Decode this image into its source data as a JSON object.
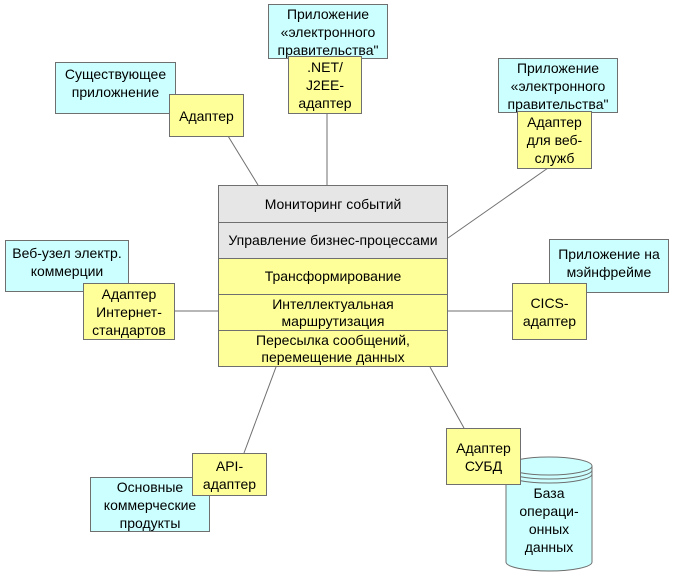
{
  "diagram": {
    "core": {
      "layers": [
        {
          "label": "Мониторинг событий",
          "color": "#e6e6e6"
        },
        {
          "label": "Управление бизнес-процессами",
          "color": "#e6e6e6"
        },
        {
          "label": "Трансформирование",
          "color": "#ffff99"
        },
        {
          "label": "Интеллектуальная\nмаршрутизация",
          "color": "#ffff99"
        },
        {
          "label": "Пересылка сообщений,\nперемещение данных",
          "color": "#ffff99"
        }
      ]
    },
    "nodes": {
      "top_center": {
        "application": "Приложение\n«электронного\nправительства\"",
        "adapter": ".NET/\nJ2EE-\nадаптер"
      },
      "top_left": {
        "application": "Существующее\nприложнение",
        "adapter": "Адаптер"
      },
      "top_right": {
        "application": "Приложение\n«электронного\nправительства\"",
        "adapter": "Адаптер\nдля веб-\nслужб"
      },
      "left": {
        "application": "Веб-узел электр.\nкоммерции",
        "adapter": "Адаптер\nИнтернет-\nстандартов"
      },
      "right": {
        "application": "Приложение на\nмэйнфрейме",
        "adapter": "CICS-\nадаптер"
      },
      "bottom_left": {
        "application": "Основные\nкоммерческие\nпродукты",
        "adapter": "API-\nадаптер"
      },
      "bottom_right": {
        "database": "База\nопераци-\nонных\nданных",
        "adapter": "Адаптер\nСУБД"
      }
    },
    "colors": {
      "application": "#ccffff",
      "adapter": "#ffff99",
      "core_upper": "#e6e6e6",
      "border": "#6f6f6f"
    }
  }
}
